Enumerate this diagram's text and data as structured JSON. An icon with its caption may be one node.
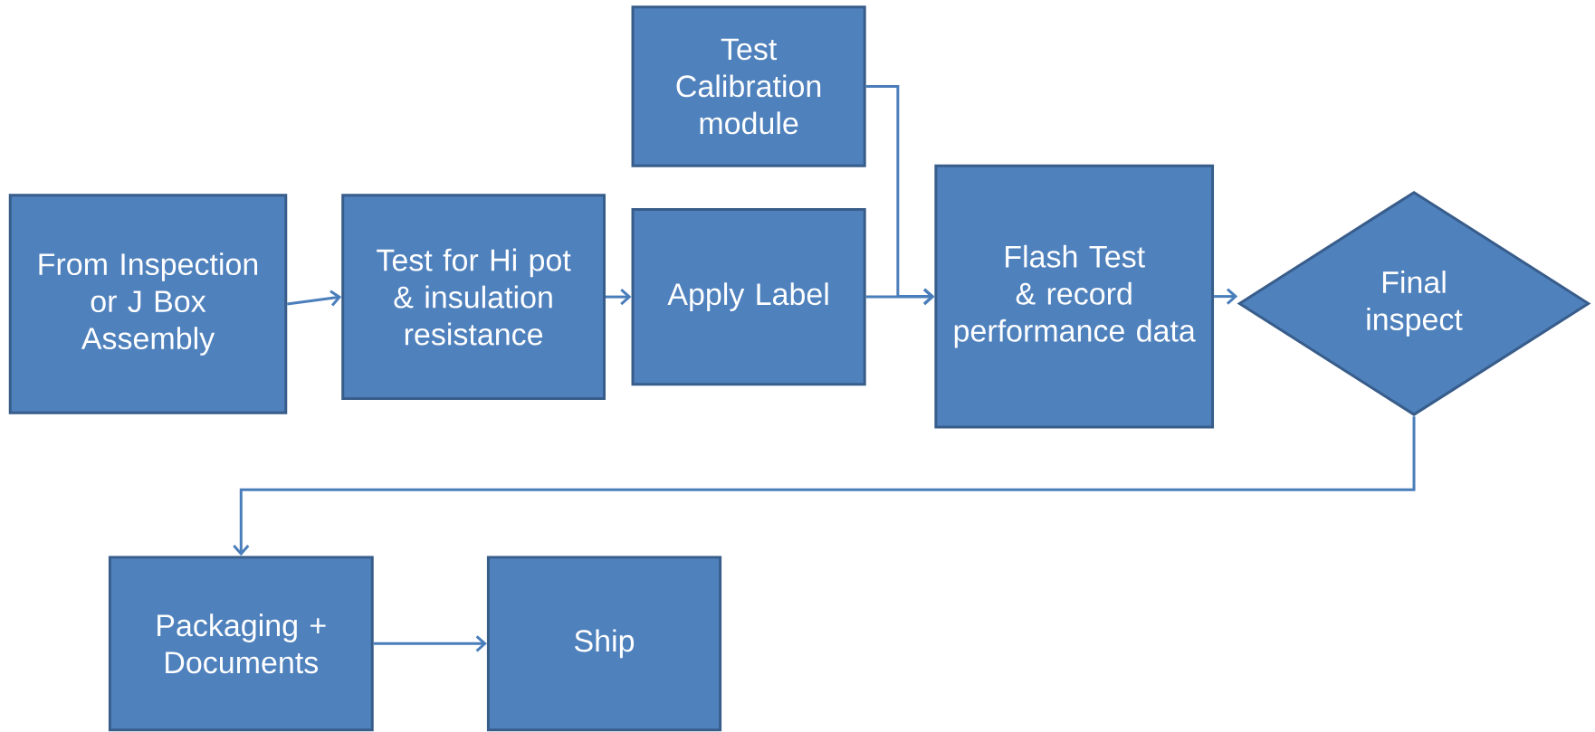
{
  "diagram": {
    "nodes": [
      {
        "text": [
          "From Inspection or J Box Assembly"
        ]
      },
      {
        "text": [
          "Test for Hi pot & insulation resistance"
        ]
      },
      {
        "text": [
          "Test Calibration module"
        ]
      },
      {
        "text": [
          "Apply Label"
        ]
      },
      {
        "text": [
          "Flash Test & record performance data"
        ]
      },
      {
        "text": [
          "Final inspect"
        ]
      },
      {
        "text": [
          "Packaging + Documents"
        ]
      },
      {
        "text": [
          "Ship"
        ]
      }
    ],
    "edges": [
      {
        "from": 0,
        "to": 1,
        "arrow": "to"
      },
      {
        "from": 1,
        "to": 3,
        "arrow": "to"
      },
      {
        "from": 2,
        "to": 4,
        "arrow": "to"
      },
      {
        "from": 3,
        "to": 4,
        "arrow": "to"
      },
      {
        "from": 4,
        "to": 5,
        "arrow": "to"
      },
      {
        "from": 5,
        "to": 6,
        "arrow": "to"
      },
      {
        "from": 6,
        "to": 7,
        "arrow": "to"
      }
    ]
  }
}
